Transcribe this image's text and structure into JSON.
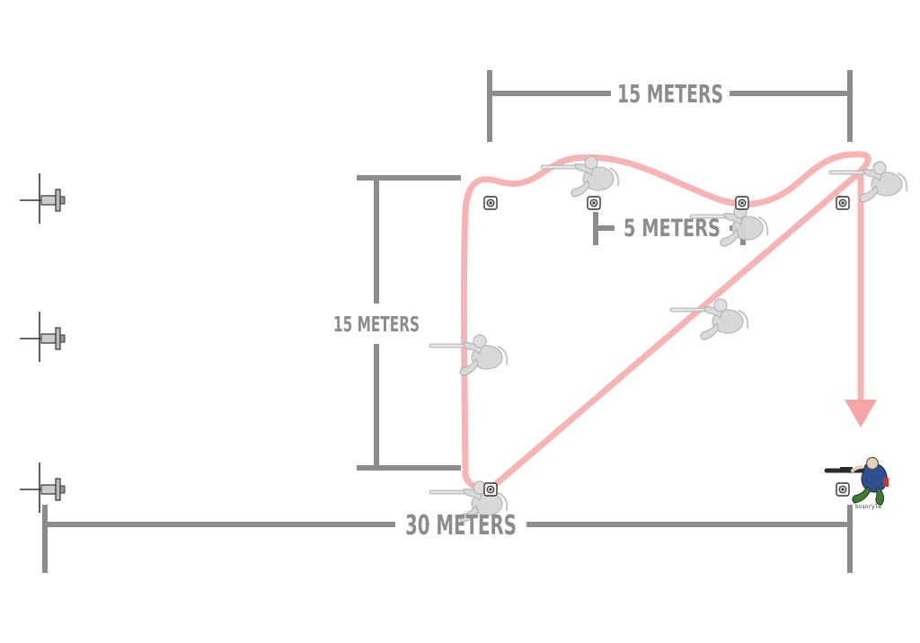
{
  "labels": {
    "top_span": "15 METERS",
    "side_span": "15 METERS",
    "gap_span": "5 METERS",
    "bottom_span": "30 METERS",
    "credit": "bvsnryle"
  },
  "colors": {
    "dimension": "#8c8c8c",
    "path": "#f7b4b4",
    "arrow": "#f4a5a5",
    "ghost": "#d4d4d4",
    "ghost_stroke": "#b8b8b8",
    "shooter_shirt": "#2d4f8f",
    "shooter_pants": "#3f7a38",
    "shooter_skin": "#e6d3b8",
    "rifle": "#2b2b2b"
  },
  "icons": {
    "target": "steel-target-icon",
    "barricade": "barricade-post-icon",
    "shooter": "prone-shooter-icon",
    "ghost_shooter": "ghost-shooter-icon"
  }
}
